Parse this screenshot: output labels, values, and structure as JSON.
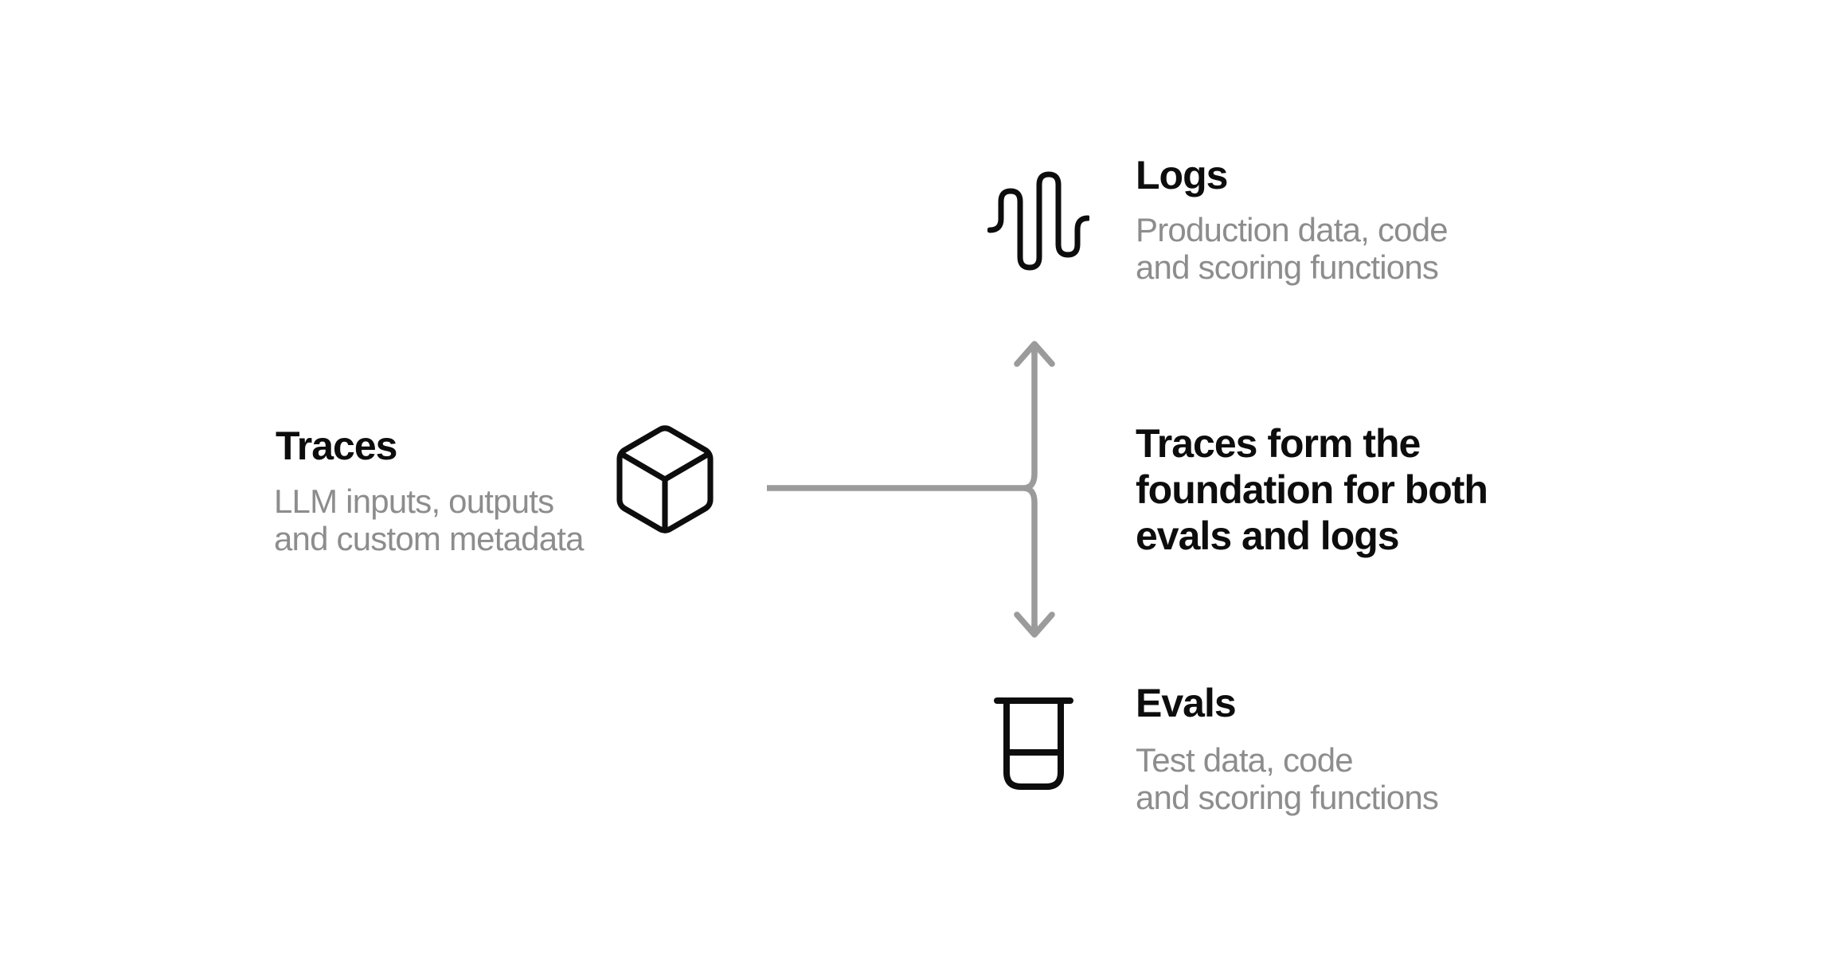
{
  "diagram": {
    "traces": {
      "title": "Traces",
      "description": "LLM inputs, outputs\nand custom metadata",
      "icon": "cube-icon"
    },
    "logs": {
      "title": "Logs",
      "description": "Production data, code\nand scoring functions",
      "icon": "waveform-icon"
    },
    "evals": {
      "title": "Evals",
      "description": "Test data, code\nand scoring functions",
      "icon": "beaker-icon"
    },
    "annotation": "Traces form the\nfoundation for both\nevals and logs",
    "connector": {
      "from": "traces",
      "to": [
        "logs",
        "evals"
      ],
      "style": "horizontal line branching into up arrow and down arrow"
    }
  },
  "colors": {
    "background": "#ffffff",
    "title_text": "#0d0d0d",
    "description_text": "#8d8d8d",
    "icon_stroke": "#0d0d0d",
    "connector": "#9b9b9b"
  }
}
